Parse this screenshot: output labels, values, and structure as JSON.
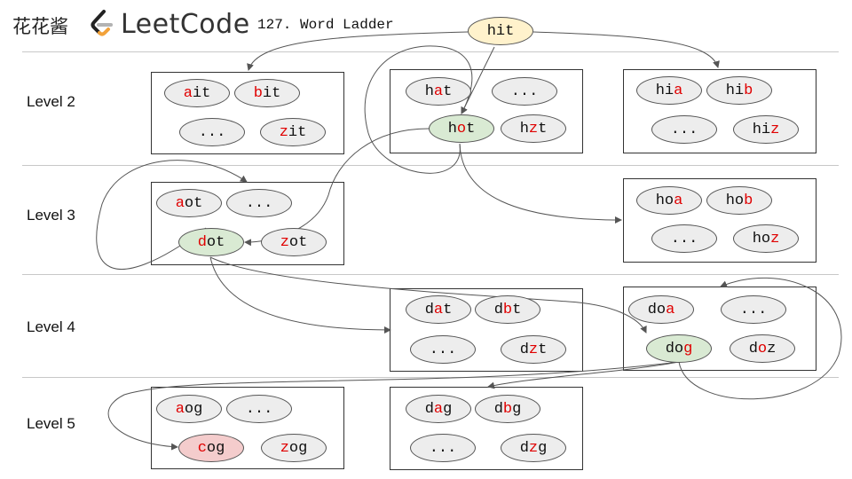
{
  "header": {
    "brand_cn": "花花酱",
    "logo_text": "LeetCode",
    "title": "127. Word Ladder"
  },
  "colors": {
    "highlight_letter": "#e00000",
    "start_node": "#fff2cc",
    "path_node": "#d9ead3",
    "target_node": "#f4cccc",
    "default_node": "#ededed"
  },
  "levels": [
    "Level 2",
    "Level 3",
    "Level 4",
    "Level 5"
  ],
  "root": {
    "pre": "hit",
    "hl": "",
    "post": ""
  },
  "groups": [
    {
      "id": "g2a",
      "nodes": [
        {
          "pre": "",
          "hl": "a",
          "post": "it"
        },
        {
          "pre": "",
          "hl": "b",
          "post": "it"
        },
        {
          "pre": "...",
          "hl": "",
          "post": ""
        },
        {
          "pre": "",
          "hl": "z",
          "post": "it"
        }
      ]
    },
    {
      "id": "g2b",
      "nodes": [
        {
          "pre": "h",
          "hl": "a",
          "post": "t"
        },
        {
          "pre": "...",
          "hl": "",
          "post": ""
        },
        {
          "pre": "h",
          "hl": "o",
          "post": "t"
        },
        {
          "pre": "h",
          "hl": "z",
          "post": "t"
        }
      ]
    },
    {
      "id": "g2c",
      "nodes": [
        {
          "pre": "hi",
          "hl": "a",
          "post": ""
        },
        {
          "pre": "hi",
          "hl": "b",
          "post": ""
        },
        {
          "pre": "...",
          "hl": "",
          "post": ""
        },
        {
          "pre": "hi",
          "hl": "z",
          "post": ""
        }
      ]
    },
    {
      "id": "g3a",
      "nodes": [
        {
          "pre": "",
          "hl": "a",
          "post": "ot"
        },
        {
          "pre": "...",
          "hl": "",
          "post": ""
        },
        {
          "pre": "",
          "hl": "d",
          "post": "ot"
        },
        {
          "pre": "",
          "hl": "z",
          "post": "ot"
        }
      ]
    },
    {
      "id": "g3b",
      "nodes": [
        {
          "pre": "ho",
          "hl": "a",
          "post": ""
        },
        {
          "pre": "ho",
          "hl": "b",
          "post": ""
        },
        {
          "pre": "...",
          "hl": "",
          "post": ""
        },
        {
          "pre": "ho",
          "hl": "z",
          "post": ""
        }
      ]
    },
    {
      "id": "g4a",
      "nodes": [
        {
          "pre": "d",
          "hl": "a",
          "post": "t"
        },
        {
          "pre": "d",
          "hl": "b",
          "post": "t"
        },
        {
          "pre": "...",
          "hl": "",
          "post": ""
        },
        {
          "pre": "d",
          "hl": "z",
          "post": "t"
        }
      ]
    },
    {
      "id": "g4b",
      "nodes": [
        {
          "pre": "do",
          "hl": "a",
          "post": ""
        },
        {
          "pre": "...",
          "hl": "",
          "post": ""
        },
        {
          "pre": "do",
          "hl": "g",
          "post": ""
        },
        {
          "pre": "d",
          "hl": "o",
          "post": "z"
        }
      ]
    },
    {
      "id": "g5a",
      "nodes": [
        {
          "pre": "",
          "hl": "a",
          "post": "og"
        },
        {
          "pre": "...",
          "hl": "",
          "post": ""
        },
        {
          "pre": "",
          "hl": "c",
          "post": "og"
        },
        {
          "pre": "",
          "hl": "z",
          "post": "og"
        }
      ]
    },
    {
      "id": "g5b",
      "nodes": [
        {
          "pre": "d",
          "hl": "a",
          "post": "g"
        },
        {
          "pre": "d",
          "hl": "b",
          "post": "g"
        },
        {
          "pre": "...",
          "hl": "",
          "post": ""
        },
        {
          "pre": "d",
          "hl": "z",
          "post": "g"
        }
      ]
    }
  ]
}
